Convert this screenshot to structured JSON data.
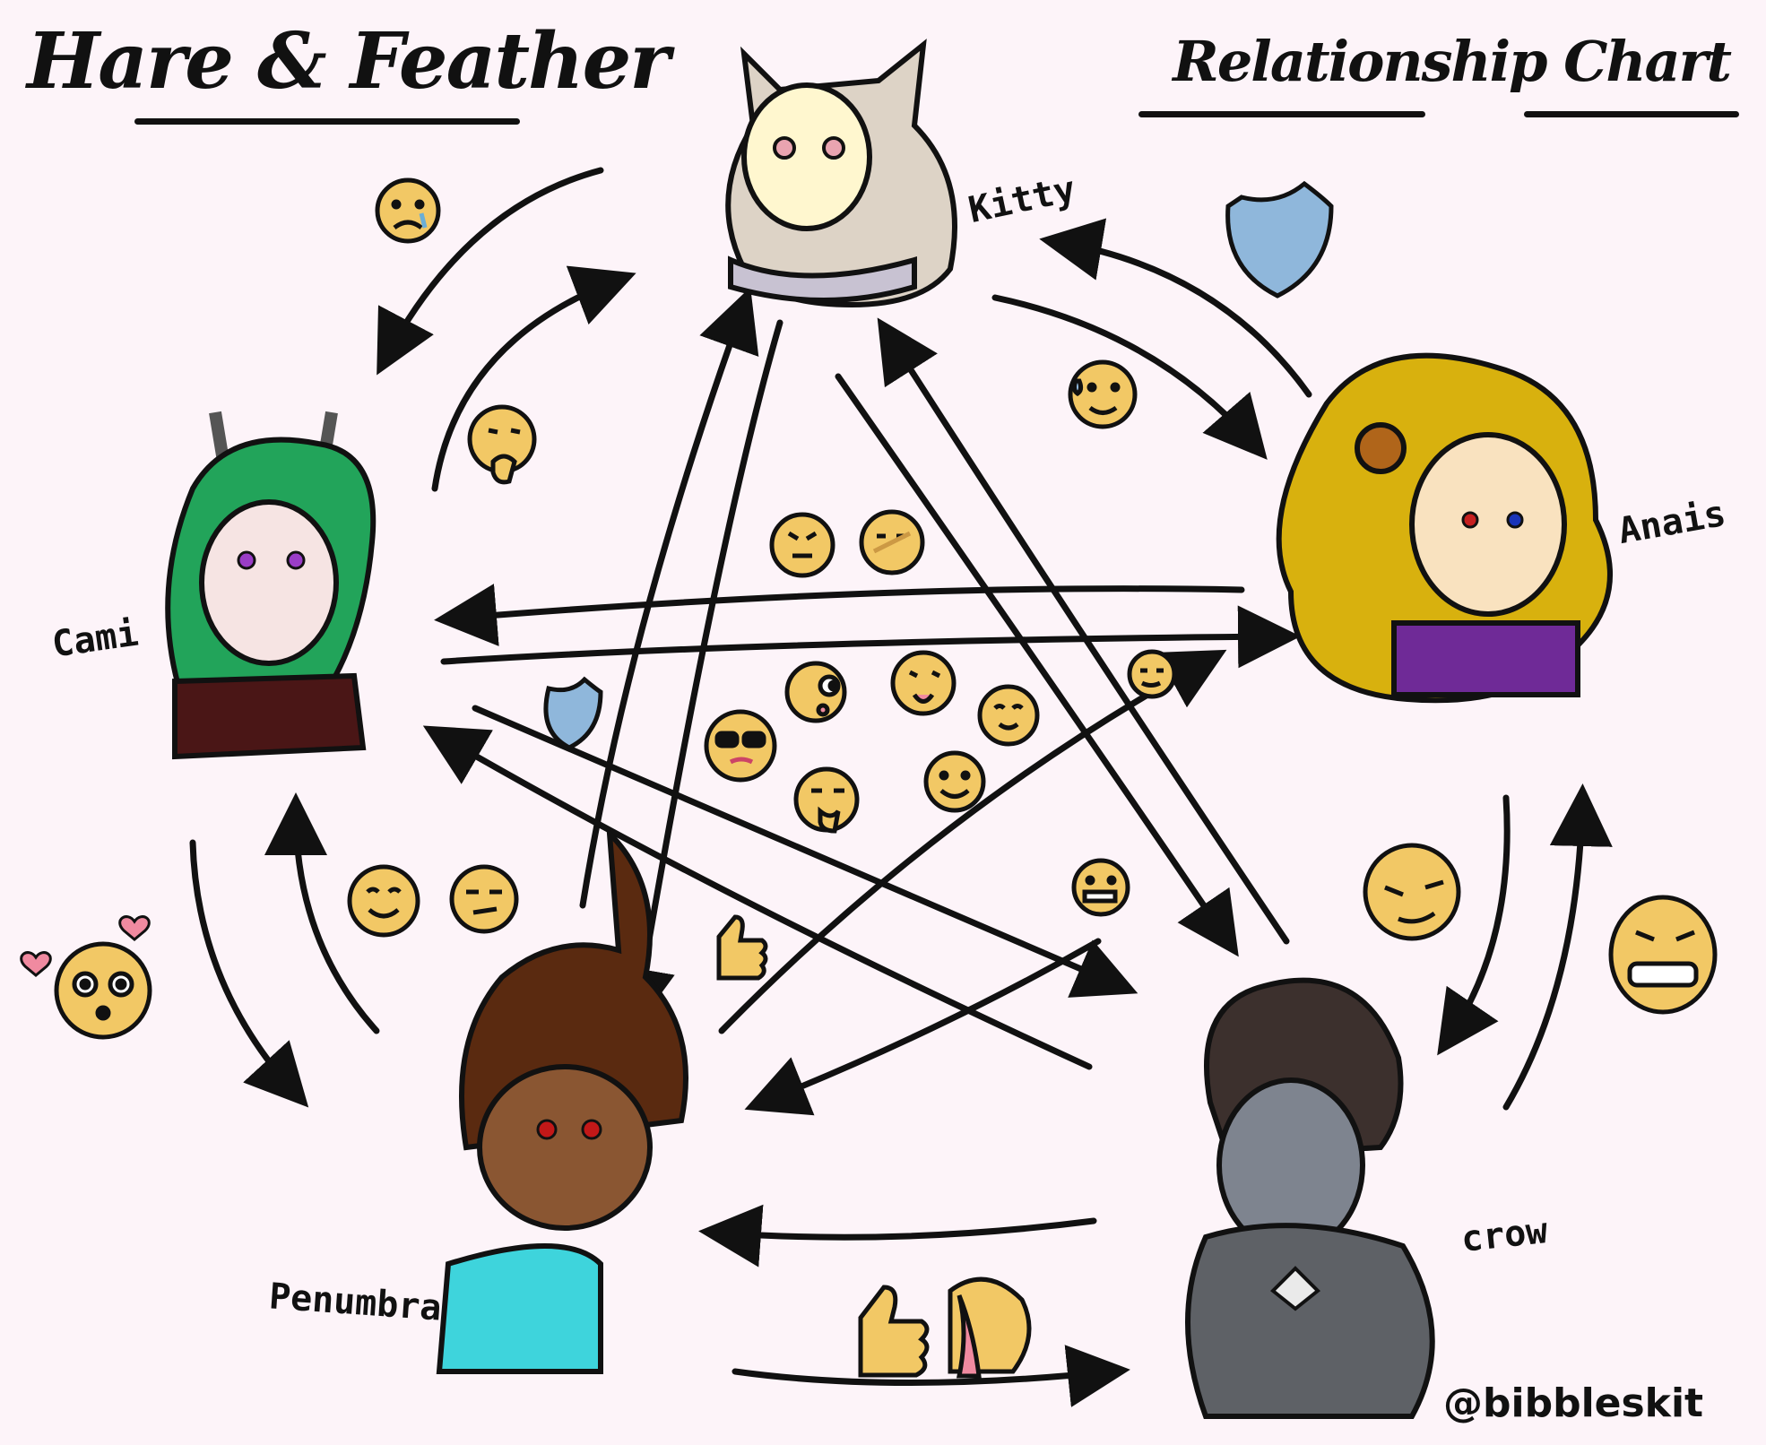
{
  "title_left": "Hare & Feather",
  "title_right": "Relationship Chart",
  "credit": "@bibbleskit",
  "characters": {
    "kitty": "Kitty",
    "anais": "Anais",
    "cami": "Cami",
    "penumbra": "Penumbra",
    "crow": "crow"
  },
  "colors": {
    "background": "#fdf4f9",
    "ink": "#111111",
    "emoji_face": "#f2c865",
    "shield": "#8fb7db",
    "kitty_hair": "#ddd3c6",
    "anais_hair": "#d8b10e",
    "cami_hair": "#22a45a",
    "penumbra_hair": "#5a2a10",
    "crow_hair": "#3c302d",
    "crow_coat": "#5e6166",
    "penumbra_shirt": "#3ed4dc",
    "anais_top": "#6f2a97",
    "heart": "#f08aa0"
  }
}
